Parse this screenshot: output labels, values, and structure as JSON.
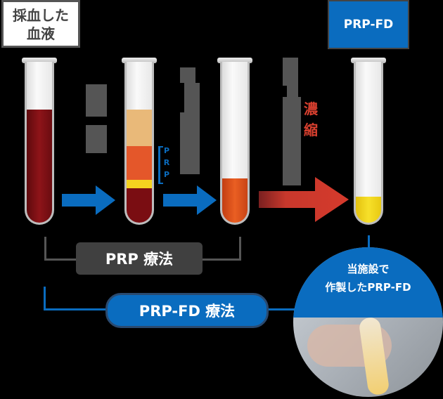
{
  "labels": {
    "collected_blood": "採血した\n血液",
    "collected_blood_line1": "採血した",
    "collected_blood_line2": "血液",
    "prp_fd_header": "PRP-FD",
    "prp_extract_marker": "PRP",
    "concentration": "濃縮"
  },
  "therapies": {
    "prp": "PRP 療法",
    "prp_fd": "PRP-FD 療法"
  },
  "photo": {
    "caption_line1": "当施設で",
    "caption_line2": "作製したPRP-FD"
  },
  "colors": {
    "blood": "#7a0d12",
    "plasma": "#e9b979",
    "prp_layer": "#e4572a",
    "buffy": "#f5d31f",
    "prp_tube": "#d94a1a",
    "freeze_dried": "#f0d21c",
    "blue": "#0a6cbf",
    "red_arrow": "#c8382c",
    "gray_label": "#404040"
  }
}
